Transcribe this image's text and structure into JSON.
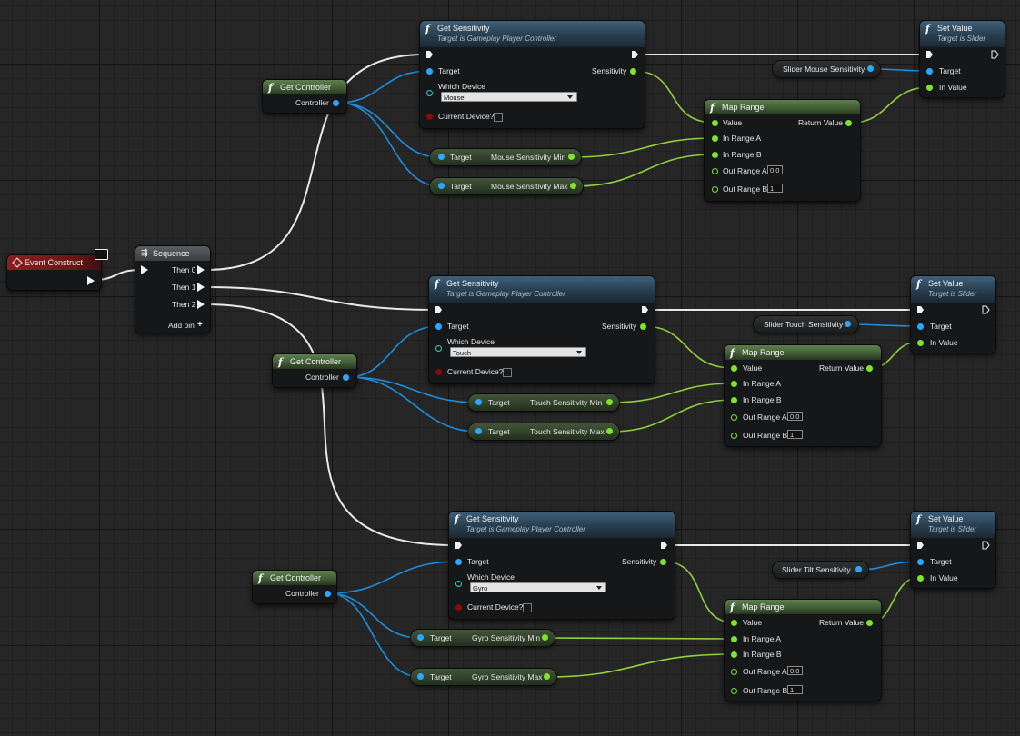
{
  "event_node": {
    "title": "Event Construct"
  },
  "sequence_node": {
    "title": "Sequence",
    "then0": "Then 0",
    "then1": "Then 1",
    "then2": "Then 2",
    "add_pin": "Add pin"
  },
  "get_controller": {
    "title": "Get Controller",
    "pin": "Controller"
  },
  "get_sensitivity": {
    "title": "Get Sensitivity",
    "subtitle": "Target is Gameplay Player Controller",
    "target": "Target",
    "which_device": "Which Device",
    "current_device": "Current Device?",
    "sensitivity": "Sensitivity"
  },
  "set_value": {
    "title": "Set Value",
    "subtitle": "Target is Slider",
    "target": "Target",
    "in_value": "In Value"
  },
  "map_range": {
    "title": "Map Range",
    "value": "Value",
    "return_value": "Return Value",
    "in_range_a": "In Range A",
    "in_range_b": "In Range B",
    "out_range_a": "Out Range A",
    "out_range_b": "Out Range B",
    "out_a_value": "0.0",
    "out_b_value": "1"
  },
  "var_target_label": "Target",
  "rows": [
    {
      "device": "Mouse",
      "slider": "Slider Mouse Sensitivity",
      "min": "Mouse Sensitivity Min",
      "max": "Mouse Sensitivity Max"
    },
    {
      "device": "Touch",
      "slider": "Slider Touch Sensitivity",
      "min": "Touch Sensitivity Min",
      "max": "Touch Sensitivity Max"
    },
    {
      "device": "Gyro",
      "slider": "Slider Tilt Sensitivity",
      "min": "Gyro Sensitivity Min",
      "max": "Gyro Sensitivity Max"
    }
  ],
  "colors": {
    "exec_wire": "#e8e8e8",
    "object_wire": "#1a8fe0",
    "float_wire": "#8fd13a",
    "event_header": "#7a1c1c",
    "function_header": "#3c5a72",
    "pure_header": "#4c6a40"
  }
}
